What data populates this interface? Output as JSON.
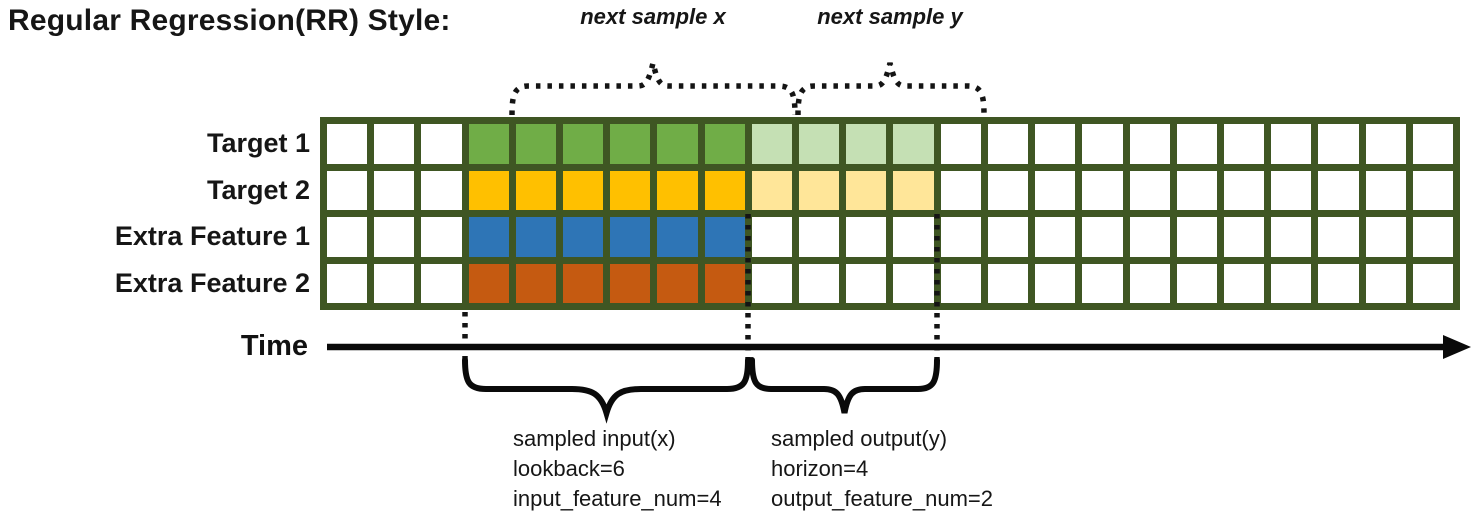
{
  "title": "Regular Regression(RR) Style:",
  "top_annotations": [
    {
      "label": "next sample x"
    },
    {
      "label": "next sample y"
    }
  ],
  "rows": [
    {
      "label": "Target 1",
      "input_color": "#70AD47",
      "output_color": "#C5E0B4"
    },
    {
      "label": "Target 2",
      "input_color": "#FFC000",
      "output_color": "#FFE699"
    },
    {
      "label": "Extra Feature 1",
      "input_color": "#2E75B6",
      "output_color": null
    },
    {
      "label": "Extra Feature 2",
      "input_color": "#C55A11",
      "output_color": null
    }
  ],
  "grid": {
    "total_columns": 24,
    "lead_in_columns": 3,
    "lookback": 6,
    "horizon": 4,
    "border_color": "#3F5623",
    "empty_cell_color": "#FFFFFF"
  },
  "time_axis": {
    "label": "Time"
  },
  "bottom_annotations": [
    {
      "lines": [
        "sampled input(x)",
        "lookback=6",
        "input_feature_num=4"
      ]
    },
    {
      "lines": [
        "sampled output(y)",
        "horizon=4",
        "output_feature_num=2"
      ]
    }
  ]
}
